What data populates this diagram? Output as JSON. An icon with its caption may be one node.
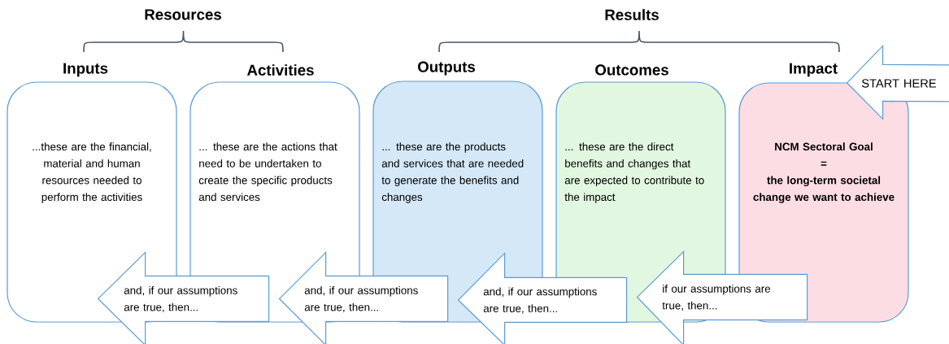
{
  "diagram": {
    "nodes": [
      {
        "text": [
          "Inputs",
          "...these are the financial, material and human resources needed to perform the activities"
        ]
      },
      {
        "text": [
          "Activities",
          "... these are the actions that need to be undertaken to create the specific products and services"
        ]
      },
      {
        "text": [
          "Outputs",
          "... these are the products and services that are needed to generate the benefits and changes"
        ]
      },
      {
        "text": [
          "Outcomes",
          "...  these are the direct benefits and changes that are expected to contribute to the impact"
        ]
      },
      {
        "text": [
          "Impact",
          "NCM Sectoral Goal",
          "=",
          "the long-term societal change we want to achieve"
        ]
      }
    ],
    "edges": [
      {
        "from": null,
        "to": 4,
        "arrow": "to",
        "label": "START HERE"
      },
      {
        "from": 1,
        "to": 0,
        "arrow": "to",
        "label": "and, if our assumptions are true, then..."
      },
      {
        "from": 2,
        "to": 1,
        "arrow": "to",
        "label": "and, if our assumptions are true, then..."
      },
      {
        "from": 3,
        "to": 2,
        "arrow": "to",
        "label": "and, if our assumptions are true, then..."
      },
      {
        "from": 4,
        "to": 3,
        "arrow": "to",
        "label": "if our assumptions are true, then..."
      }
    ],
    "labels": [
      "Resources",
      "Results"
    ]
  }
}
